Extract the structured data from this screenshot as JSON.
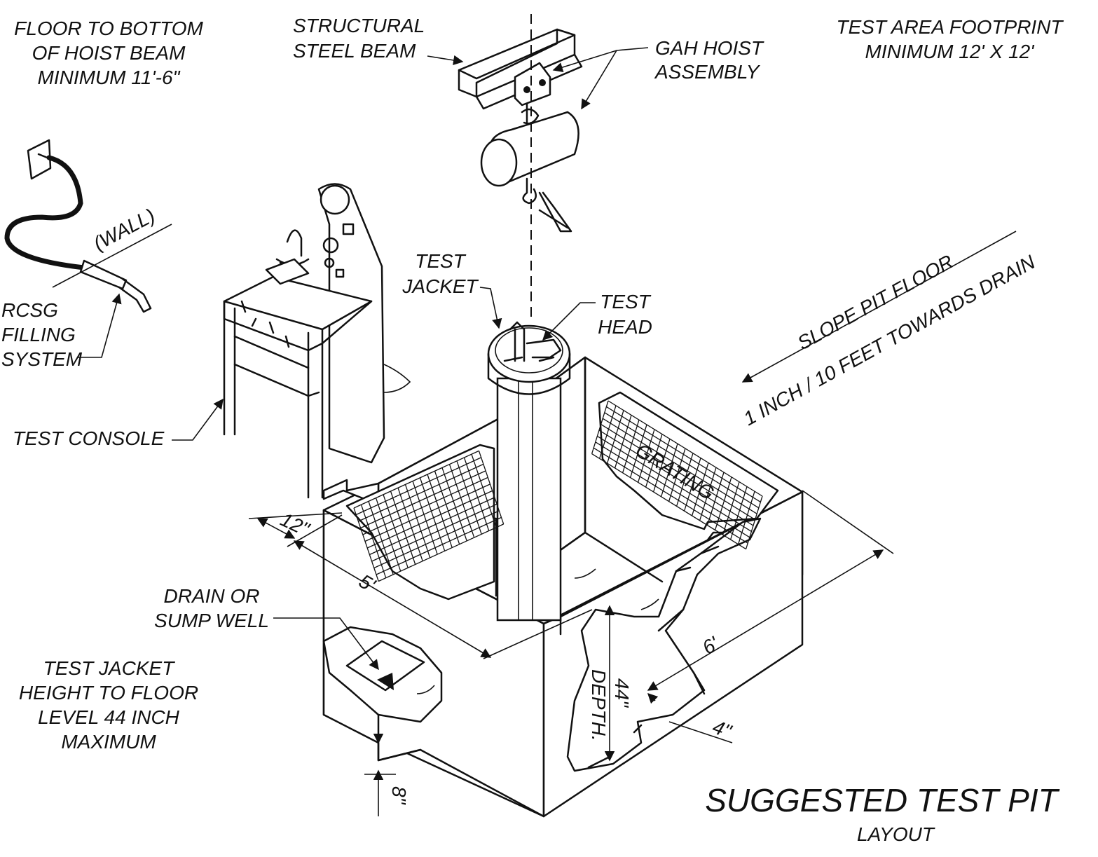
{
  "labels": {
    "floor_to_hoist": [
      "FLOOR TO BOTTOM",
      "OF HOIST BEAM",
      "MINIMUM 11'-6\""
    ],
    "structural_beam": [
      "STRUCTURAL",
      "STEEL BEAM"
    ],
    "gah_hoist": [
      "GAH HOIST",
      "ASSEMBLY"
    ],
    "test_area": [
      "TEST AREA FOOTPRINT",
      "MINIMUM 12' X 12'"
    ],
    "wall": "(WALL)",
    "rcsg": [
      "RCSG",
      "FILLING",
      "SYSTEM"
    ],
    "test_jacket": [
      "TEST",
      "JACKET"
    ],
    "test_head": [
      "TEST",
      "HEAD"
    ],
    "slope_floor": "SLOPE PIT FLOOR",
    "slope_rate": "1 INCH / 10 FEET TOWARDS DRAIN",
    "test_console": "TEST CONSOLE",
    "grating": "GRATING",
    "drain": [
      "DRAIN OR",
      "SUMP WELL"
    ],
    "jacket_height": [
      "TEST JACKET",
      "HEIGHT TO FLOOR",
      "LEVEL 44 INCH",
      "MAXIMUM"
    ]
  },
  "dimensions": {
    "ledge_width": "12\"",
    "pit_width": "5'",
    "pit_length": "6'",
    "jacket_height": "44\"",
    "depth": "DEPTH.",
    "wall_thickness": "4\"",
    "sump_depth": "8\""
  },
  "title": {
    "main": "SUGGESTED TEST PIT",
    "sub": "LAYOUT"
  },
  "colors": {
    "ink": "#111111",
    "paper": "#ffffff"
  }
}
